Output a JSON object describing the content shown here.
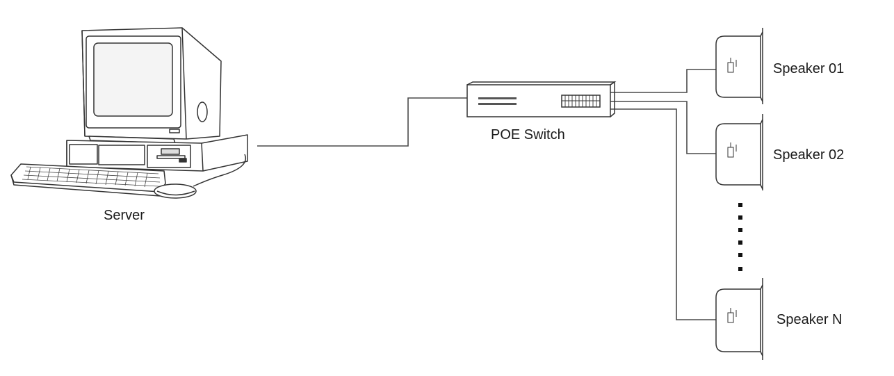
{
  "labels": {
    "server": "Server",
    "switch": "POE Switch",
    "speakers": [
      "Speaker 01",
      "Speaker 02",
      "Speaker N"
    ]
  },
  "colors": {
    "line": "#4a4a4a",
    "stroke": "#333333",
    "background": "#ffffff"
  },
  "icons": {
    "server": "desktop-computer-icon",
    "switch": "network-switch-icon",
    "speaker": "wall-speaker-icon",
    "ellipsis": "vertical-dots-icon"
  }
}
